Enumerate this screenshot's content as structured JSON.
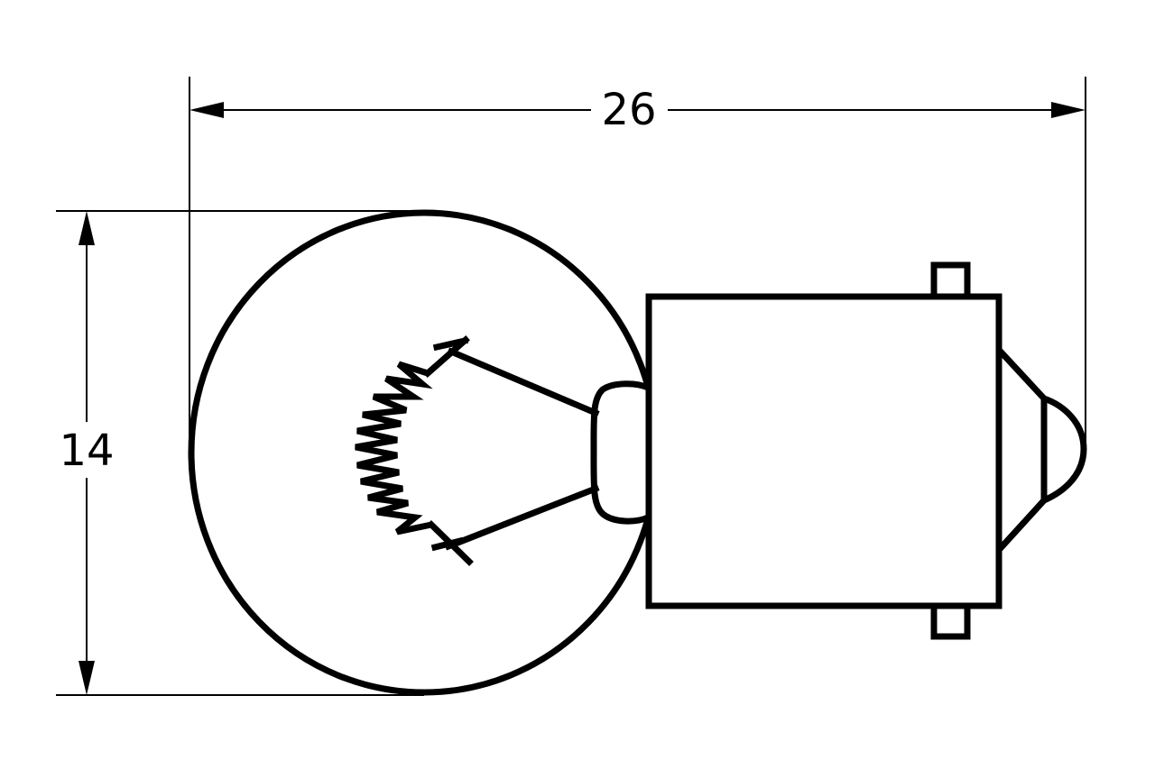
{
  "diagram": {
    "line_color": "#000000",
    "background_color": "#ffffff",
    "dimensions": {
      "length": {
        "label": "26"
      },
      "diameter": {
        "label": "14"
      }
    },
    "parts": [
      "glass-bulb",
      "filament",
      "lead-wire",
      "bayonet-base",
      "bayonet-pin",
      "solder-contact"
    ]
  }
}
